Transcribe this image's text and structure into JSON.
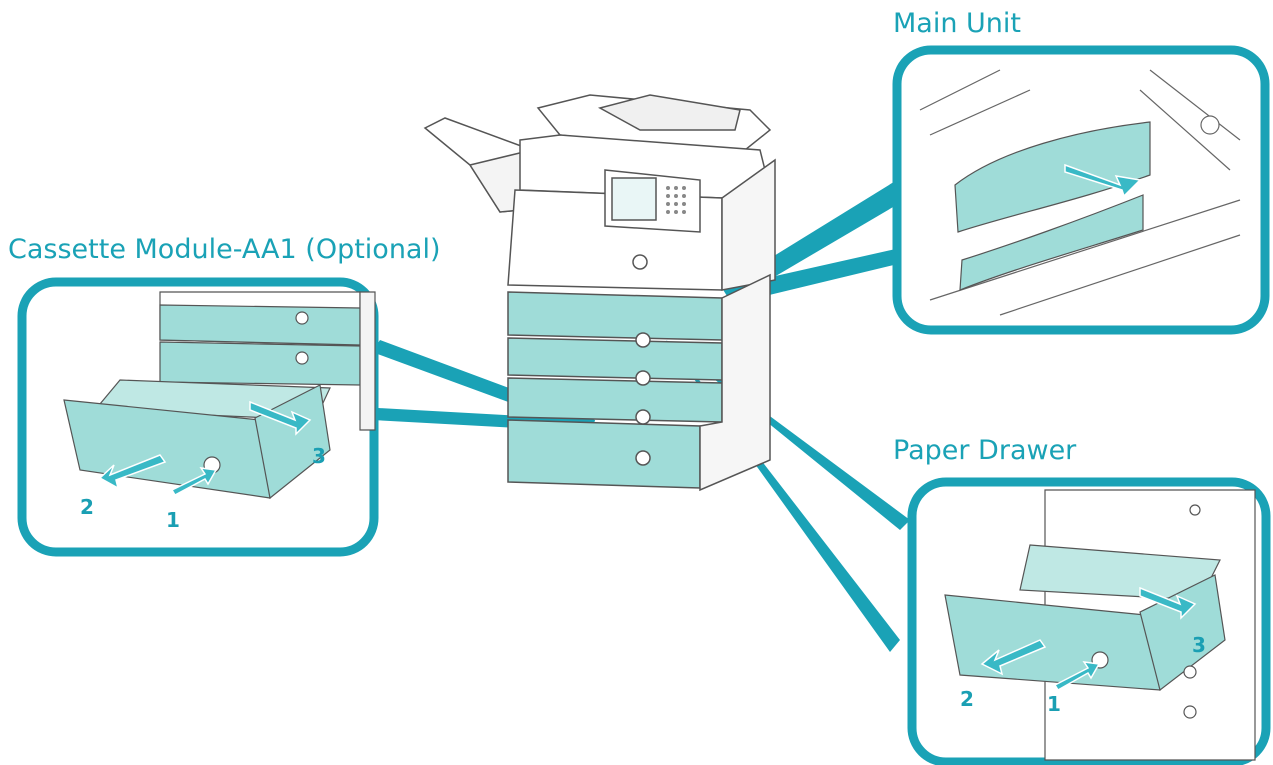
{
  "labels": {
    "main_unit": "Main Unit",
    "cassette_module": "Cassette Module-AA1 (Optional)",
    "paper_drawer": "Paper Drawer"
  },
  "steps": {
    "cassette": {
      "step1": "1",
      "step2": "2",
      "step3": "3"
    },
    "drawer": {
      "step1": "1",
      "step2": "2",
      "step3": "3"
    }
  },
  "colors": {
    "accent": "#1aa2b6",
    "paper_fill": "#9fdcd8",
    "arrow_fill": "#39b9c6",
    "line_art": "#555555"
  }
}
